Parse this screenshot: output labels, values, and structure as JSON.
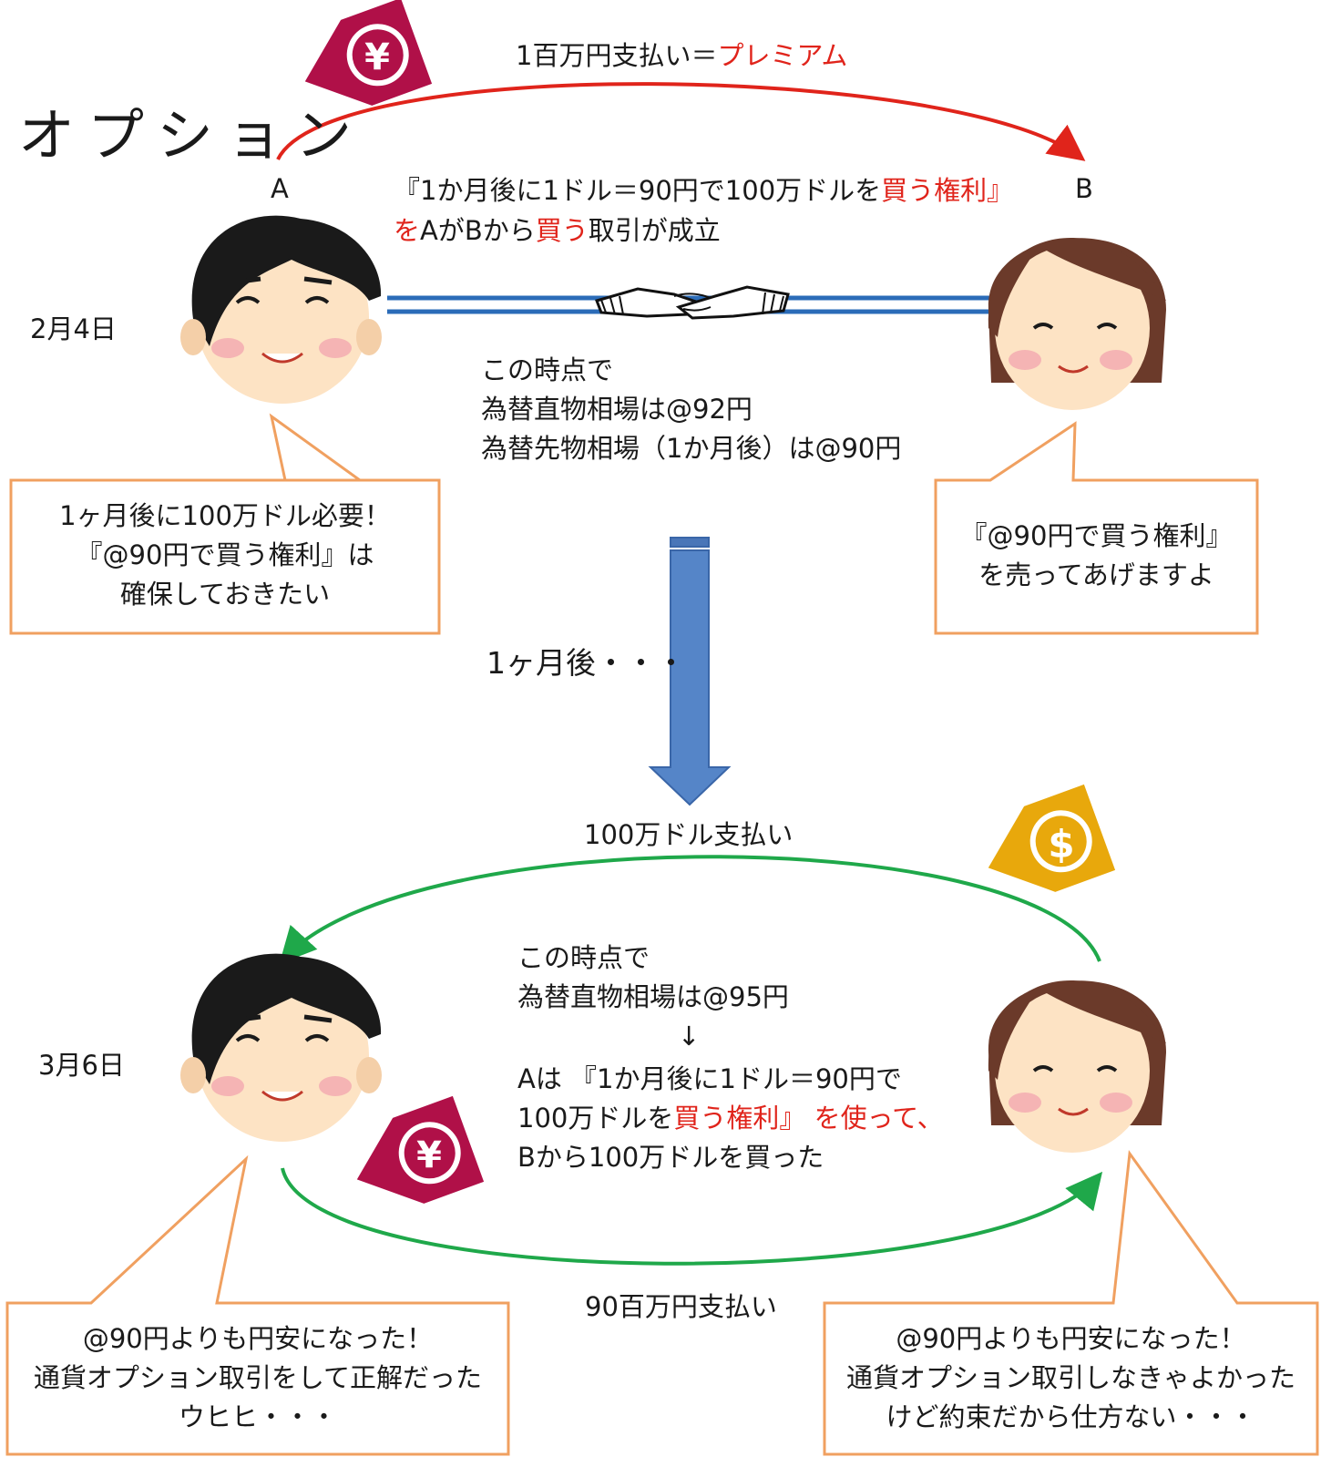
{
  "title": "オプション",
  "labels": {
    "a": "A",
    "b": "B"
  },
  "dates": {
    "first": "2月4日",
    "second": "3月6日"
  },
  "premium": {
    "prefix": "1百万円支払い＝",
    "highlight": "プレミアム"
  },
  "contract": {
    "l1_a": "『1か月後に1ドル＝90円で100万ドルを",
    "l1_b": "買う権利』",
    "l2_a": "を",
    "l2_b": "AがBから",
    "l2_c": "買う",
    "l2_d": "取引が成立"
  },
  "rates1": {
    "l1": "この時点で",
    "l2": "為替直物相場は@92円",
    "l3": "為替先物相場（1か月後）は@90円"
  },
  "bubble_a1": {
    "l1": "1ヶ月後に100万ドル必要！",
    "l2": "『@90円で買う権利』は",
    "l3": "確保しておきたい"
  },
  "bubble_b1": {
    "l1": "『@90円で買う権利』",
    "l2": "を売ってあげますよ"
  },
  "time_passage": "1ヶ月後・・・",
  "dollar_payment": "100万ドル支払い",
  "yen_payment": "90百万円支払い",
  "rates2": {
    "l1": "この時点で",
    "l2": "為替直物相場は@95円",
    "arrow": "↓",
    "l3": "Aは 『1か月後に1ドル＝90円で",
    "l4_a": "100万ドルを",
    "l4_b": "買う権利』 を使って、",
    "l5": "Bから100万ドルを買った"
  },
  "bubble_a2": {
    "l1": "@90円よりも円安になった！",
    "l2": "通貨オプション取引をして正解だった",
    "l3": "ウヒヒ・・・"
  },
  "bubble_b2": {
    "l1": "@90円よりも円安になった！",
    "l2": "通貨オプション取引しなきゃよかった",
    "l3": "けど約束だから仕方ない・・・"
  },
  "icons": {
    "yen": "¥",
    "dollar": "$"
  },
  "colors": {
    "red": "#e0241b",
    "green": "#1fa84a",
    "orange": "#f0a060",
    "blue": "#5585c8",
    "yen_tag": "#b01048",
    "dollar_tag": "#e8a80c",
    "hair": "#1a1a1a",
    "hair_b": "#6b3a2a",
    "skin": "#fde3c4"
  }
}
